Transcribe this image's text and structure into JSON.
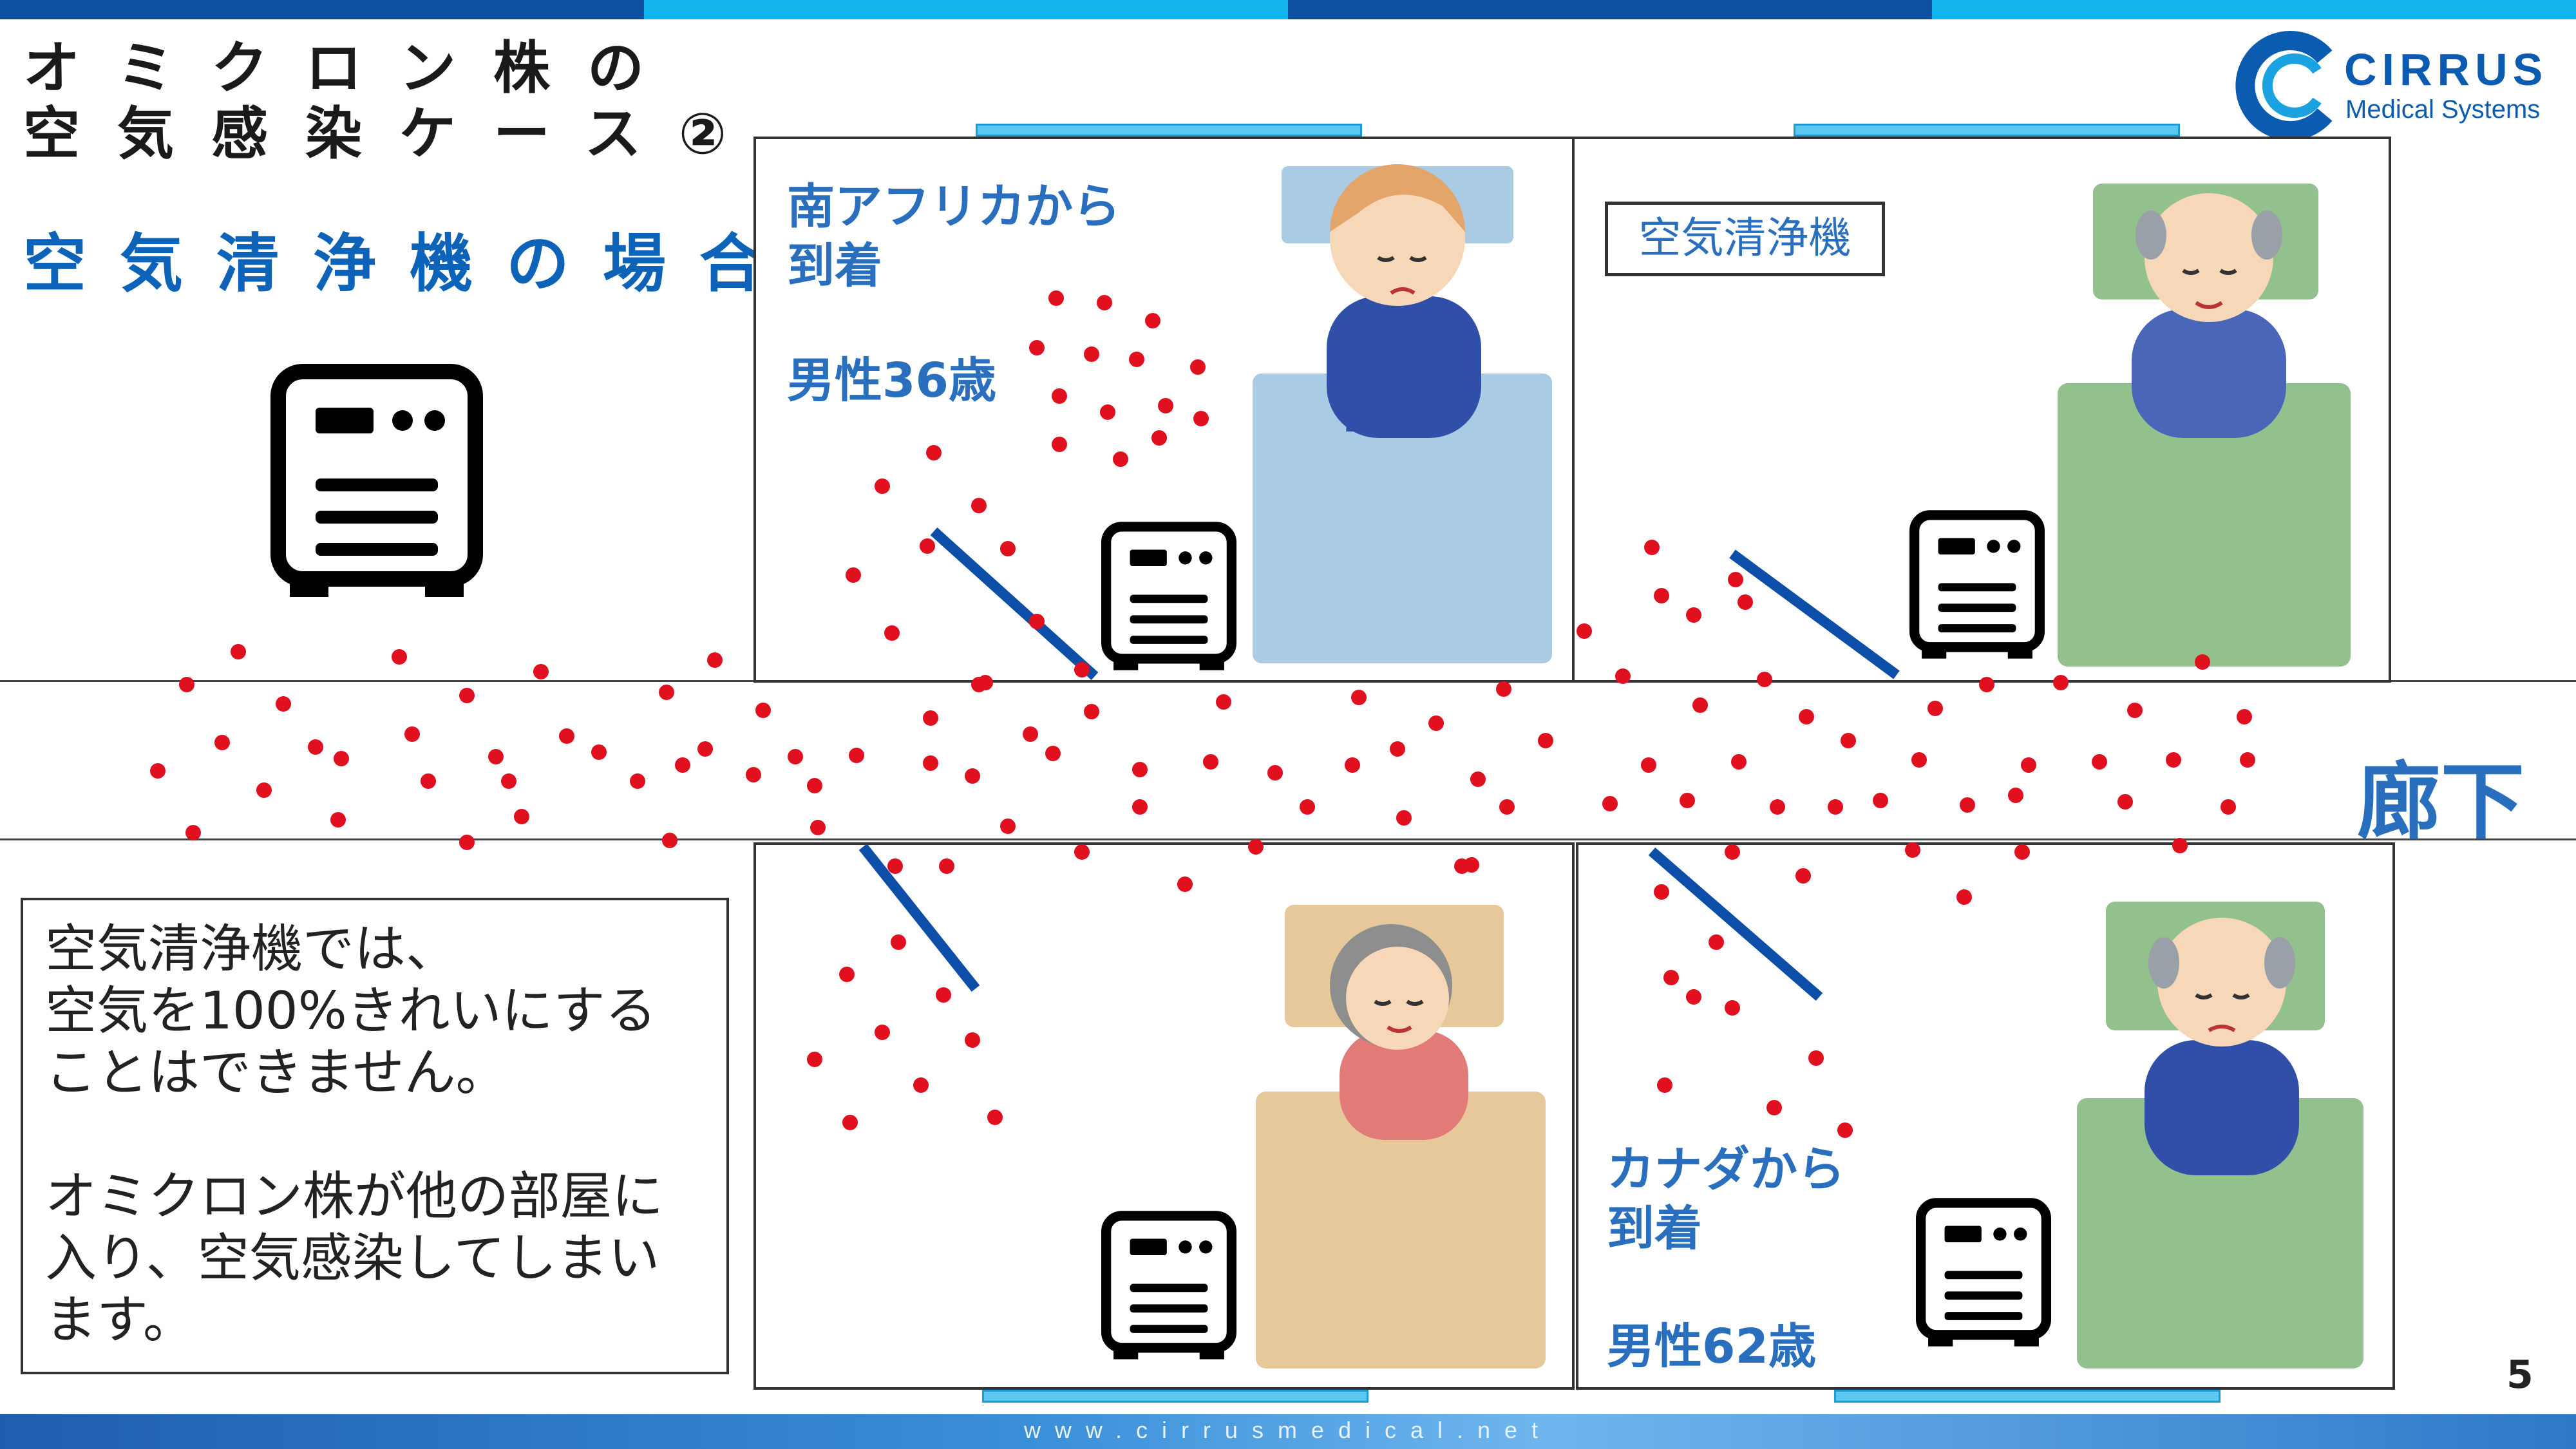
{
  "slide": {
    "title_line1": "オミクロン株の",
    "title_line2": "空気感染ケース②",
    "subtitle": "空気清浄機の場合",
    "page_number": "5",
    "footer_url": "www.cirrusmedical.net",
    "corridor_label": "廊下"
  },
  "logo": {
    "name": "CIRRUS",
    "tagline": "Medical Systems",
    "icon": "cirrus-c-logo"
  },
  "rooms": {
    "top_left": {
      "arrival": "南アフリカから\n到着",
      "patient": "男性36歳"
    },
    "top_right": {
      "label": "空気清浄機"
    },
    "bottom_right": {
      "arrival": "カナダから\n到着",
      "patient": "男性62歳"
    }
  },
  "note": {
    "para1": "空気清浄機では、\n空気を100%きれいにする\nことはできません。",
    "para2": "オミクロン株が他の部屋に\n入り、空気感染してしまい\nます。"
  },
  "colors": {
    "title_blue": "#0d63b8",
    "label_blue": "#2a6fbd",
    "droplet_red": "#e0101e",
    "bed_blue": "#a9cbe3",
    "bed_green": "#93c18e",
    "bed_beige": "#e6c89a"
  },
  "icons": [
    "air-purifier-icon",
    "virus-droplet",
    "patient-illustration"
  ]
}
